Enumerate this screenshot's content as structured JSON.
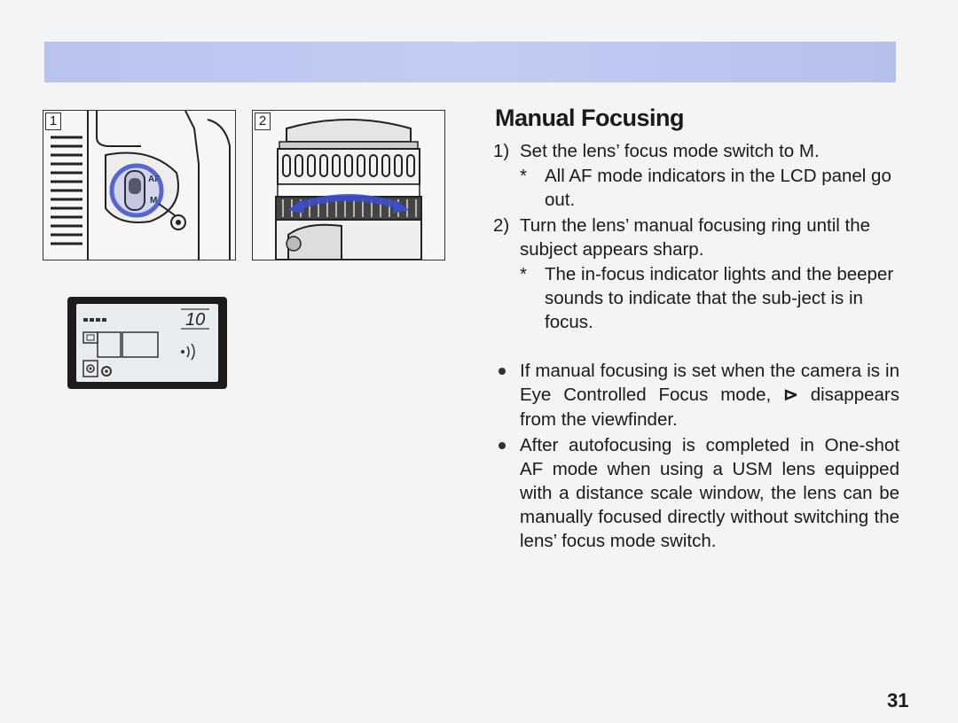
{
  "figures": {
    "fig1_label": "1",
    "fig2_label": "2",
    "switch_af": "AF",
    "switch_m": "M",
    "lcd_display": "10"
  },
  "content": {
    "title": "Manual Focusing",
    "steps": [
      {
        "num": "1)",
        "text": "Set the lens’ focus mode switch to M.",
        "note": "All AF mode indicators in the LCD panel go out."
      },
      {
        "num": "2)",
        "text": "Turn the lens’ manual focusing ring until the subject appears sharp.",
        "note": "The in-focus indicator lights and the beeper sounds to indicate that the sub-ject is in focus."
      }
    ],
    "note_marker": "*",
    "bullets": [
      {
        "text_before": "If manual focusing is set when the camera is in Eye Controlled Focus mode,",
        "icon": "⊳",
        "text_after": "disappears from the viewfinder."
      },
      {
        "text": "After autofocusing is completed in One-shot AF mode when using a USM lens equipped with a distance scale window, the lens can be manually focused directly without switching the lens’ focus mode switch."
      }
    ]
  },
  "page_number": "31"
}
